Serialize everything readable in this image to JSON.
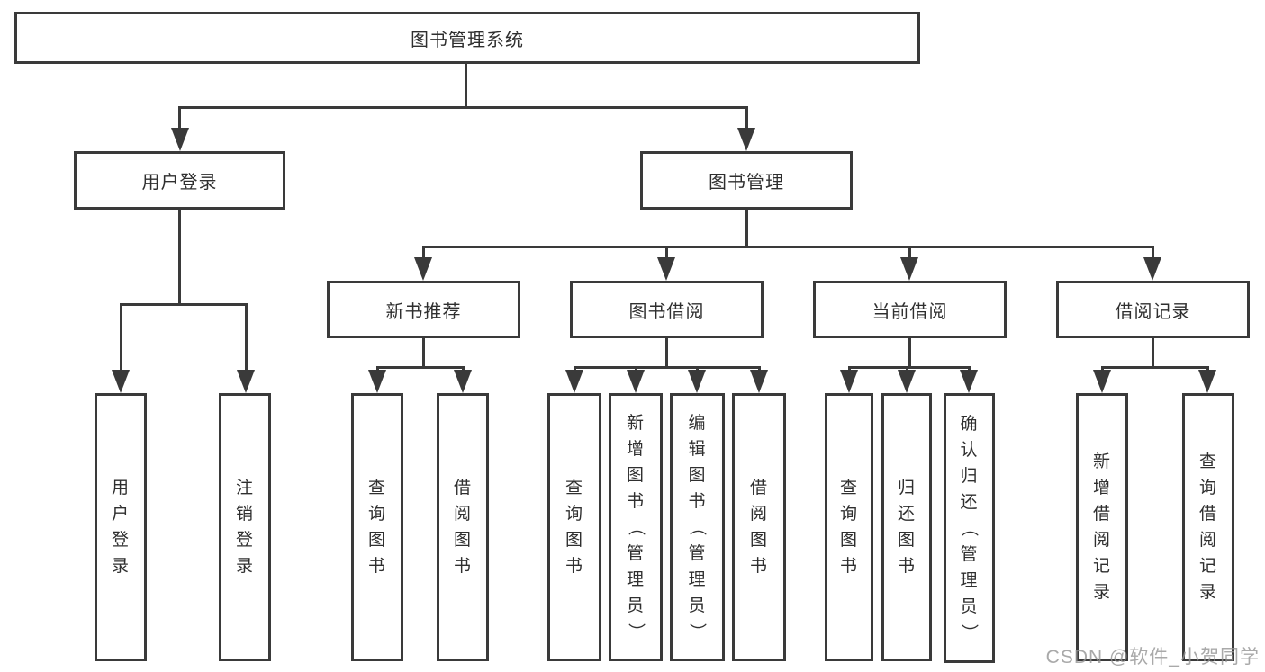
{
  "diagram": {
    "root": "图书管理系统",
    "level2": [
      {
        "label": "用户登录"
      },
      {
        "label": "图书管理"
      }
    ],
    "level3": [
      {
        "label": "新书推荐"
      },
      {
        "label": "图书借阅"
      },
      {
        "label": "当前借阅"
      },
      {
        "label": "借阅记录"
      }
    ],
    "leaves": {
      "user_login": [
        "用户登录",
        "注销登录"
      ],
      "new_books": [
        "查询图书",
        "借阅图书"
      ],
      "book_borrow": [
        "查询图书",
        "新增图书（管理员）",
        "编辑图书（管理员）",
        "借阅图书"
      ],
      "current_borrow": [
        "查询图书",
        "归还图书",
        "确认归还（管理员）"
      ],
      "borrow_records": [
        "新增借阅记录",
        "查询借阅记录"
      ]
    }
  },
  "watermark": {
    "text": "CSDN @软件_小贺同学",
    "color": "#949494"
  },
  "colors": {
    "line": "#3a3a3a",
    "text": "#2f2f2f",
    "background": "#ffffff"
  }
}
